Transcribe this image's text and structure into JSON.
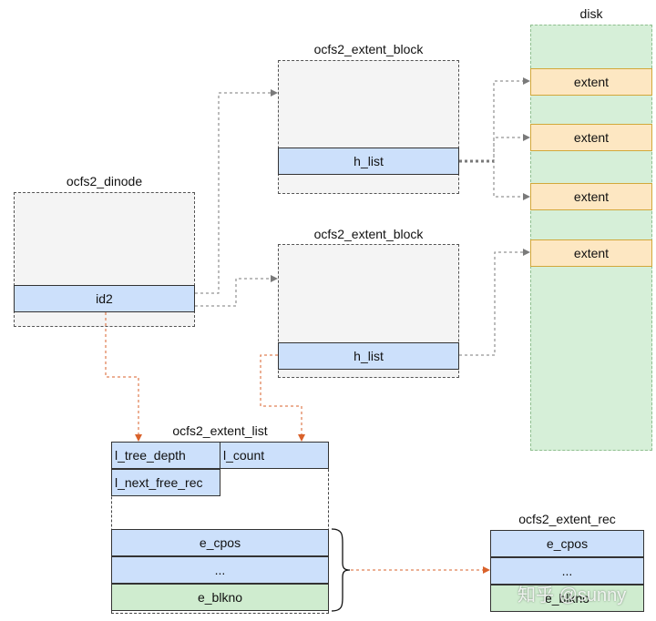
{
  "disk": {
    "title": "disk",
    "extents": [
      "extent",
      "extent",
      "extent",
      "extent"
    ]
  },
  "extent_block_top": {
    "title": "ocfs2_extent_block",
    "field": "h_list"
  },
  "extent_block_bottom": {
    "title": "ocfs2_extent_block",
    "field": "h_list"
  },
  "dinode": {
    "title": "ocfs2_dinode",
    "field": "id2"
  },
  "extent_list": {
    "title": "ocfs2_extent_list",
    "l_tree_depth": "l_tree_depth",
    "l_count": "l_count",
    "l_next_free_rec": "l_next_free_rec",
    "rec_rows": [
      "e_cpos",
      "...",
      "e_blkno"
    ]
  },
  "extent_rec": {
    "title": "ocfs2_extent_rec",
    "rows": [
      "e_cpos",
      "...",
      "e_blkno"
    ]
  },
  "watermark": "知乎 @sunny",
  "colors": {
    "gray_arrow": "#7a7a7a",
    "orange_arrow": "#d9622b",
    "field_blue": "#cce0fb",
    "extent_orange": "#fde7c2",
    "disk_green": "#d6efd8"
  }
}
